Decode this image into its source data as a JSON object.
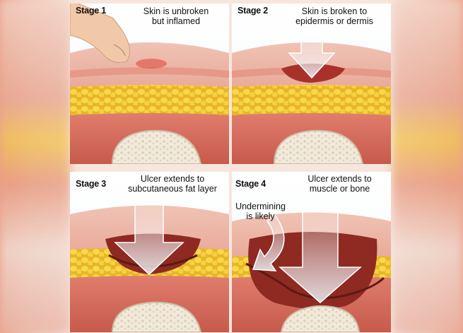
{
  "panels": [
    {
      "stage": "Stage 1",
      "caption": "Skin is unbroken\nbut inflamed"
    },
    {
      "stage": "Stage 2",
      "caption": "Skin is broken to\nepidermis or dermis"
    },
    {
      "stage": "Stage 3",
      "caption": "Ulcer extends to\nsubcutaneous fat layer"
    },
    {
      "stage": "Stage 4",
      "caption": "Ulcer extends to\nmuscle or bone",
      "extra_caption": "Undermining\nis likely"
    }
  ],
  "colors": {
    "skin_top": "#e8b0a0",
    "skin_edge": "#c0504d",
    "fat": "#f2cc3a",
    "muscle": "#d96a5c",
    "bone": "#efe6d6",
    "bone_edge": "#d6c8b0",
    "wound": "#8e2a22",
    "arrow": "#e9f2f7"
  }
}
